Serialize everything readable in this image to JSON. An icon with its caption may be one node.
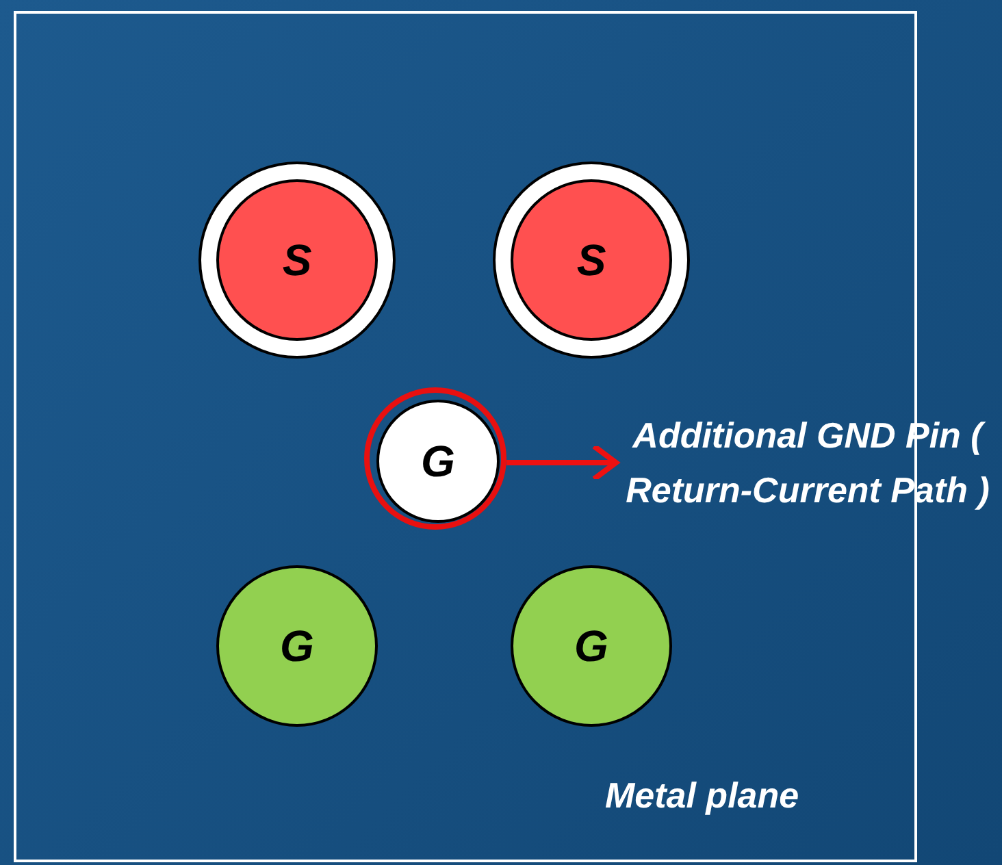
{
  "diagram": {
    "nodes": [
      {
        "text": [
          "Metal plane"
        ]
      },
      {
        "text": [
          "S"
        ],
        "in": 0
      },
      {
        "text": [
          "S"
        ],
        "in": 0
      },
      {
        "text": [],
        "shape": "circle",
        "in": 0
      },
      {
        "text": [
          "G"
        ],
        "in": 3
      },
      {
        "text": [
          "G"
        ],
        "in": 0
      },
      {
        "text": [
          "G"
        ],
        "in": 0
      },
      {
        "text": [
          "Additional GND Pin ( Return-Current Path )"
        ]
      }
    ],
    "edges": [
      {
        "from": 3,
        "to": 7,
        "arrow": "to",
        "color": "#ee1111"
      }
    ]
  }
}
